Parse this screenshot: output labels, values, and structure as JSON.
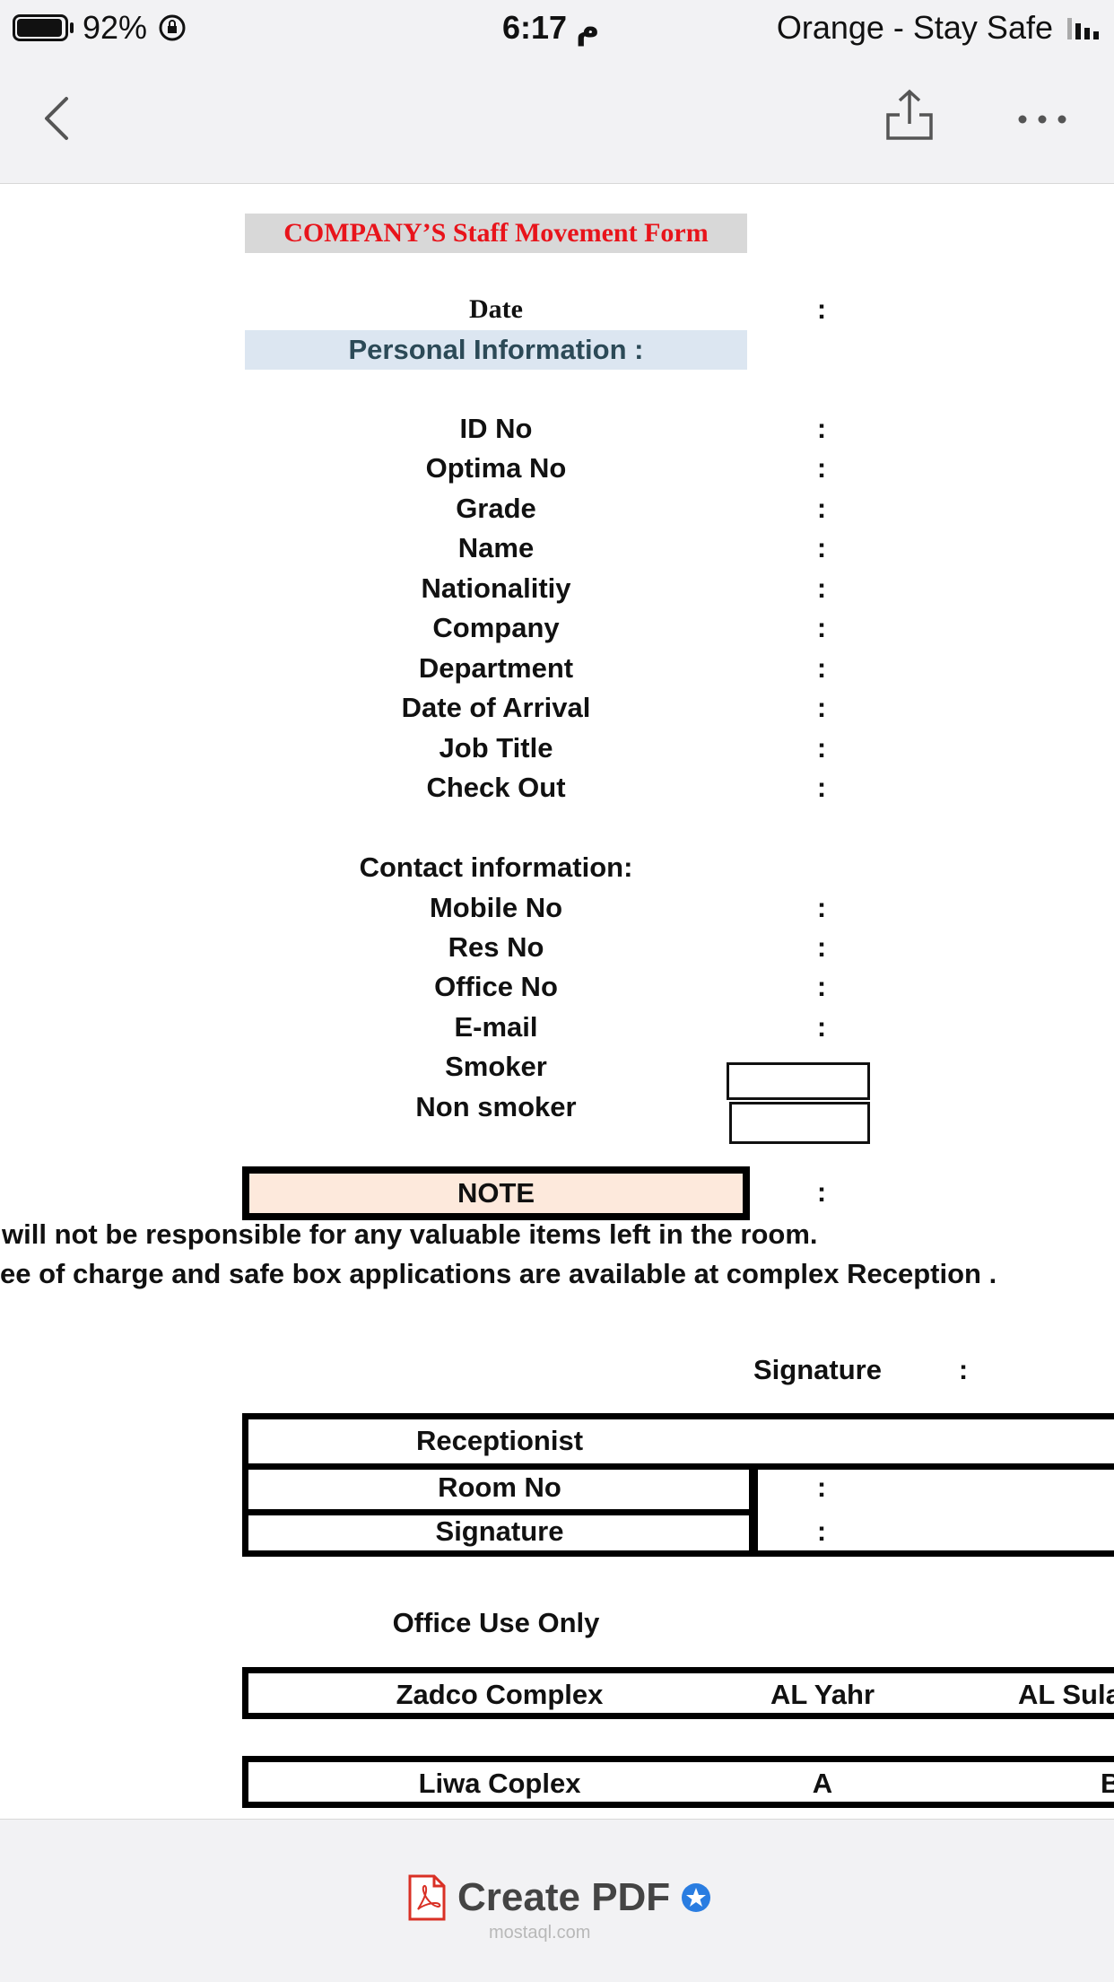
{
  "status": {
    "battery": "92%",
    "time": "6:17 م",
    "carrier": "Orange - Stay Safe"
  },
  "form": {
    "title": "COMPANY’S Staff Movement Form",
    "date_label": "Date",
    "personal_section": "Personal Information :",
    "personal_fields": [
      "ID No",
      "Optima No",
      "Grade",
      "Name",
      "Nationalitiy",
      "Company",
      "Department",
      "Date of Arrival",
      "Job Title",
      "Check Out"
    ],
    "contact_section": "Contact information:",
    "contact_fields": [
      "Mobile No",
      "Res No",
      "Office No",
      "E-mail"
    ],
    "smoker_label": "Smoker",
    "non_smoker_label": "Non smoker",
    "note_label": "NOTE",
    "note_lines": [
      "will not be responsible for any valuable items left in the room.",
      "ee of charge and safe box applications are available at complex Reception ."
    ],
    "signature_label": "Signature",
    "colon": ":",
    "receptionist": {
      "header": "Receptionist",
      "room_no": "Room No",
      "signature": "Signature"
    },
    "office_use": "Office Use Only",
    "zadco_row": [
      "Zadco Complex",
      "AL Yahr",
      "AL Sula"
    ],
    "liwa_row": [
      "Liwa Coplex",
      "A",
      "B"
    ]
  },
  "bottom": {
    "create_pdf": "Create PDF",
    "watermark": "mostaql.com"
  },
  "icons": [
    "battery-icon",
    "rotation-lock-icon",
    "signal-icon",
    "back-icon",
    "share-icon",
    "more-icon",
    "pdf-icon",
    "star-badge-icon"
  ]
}
